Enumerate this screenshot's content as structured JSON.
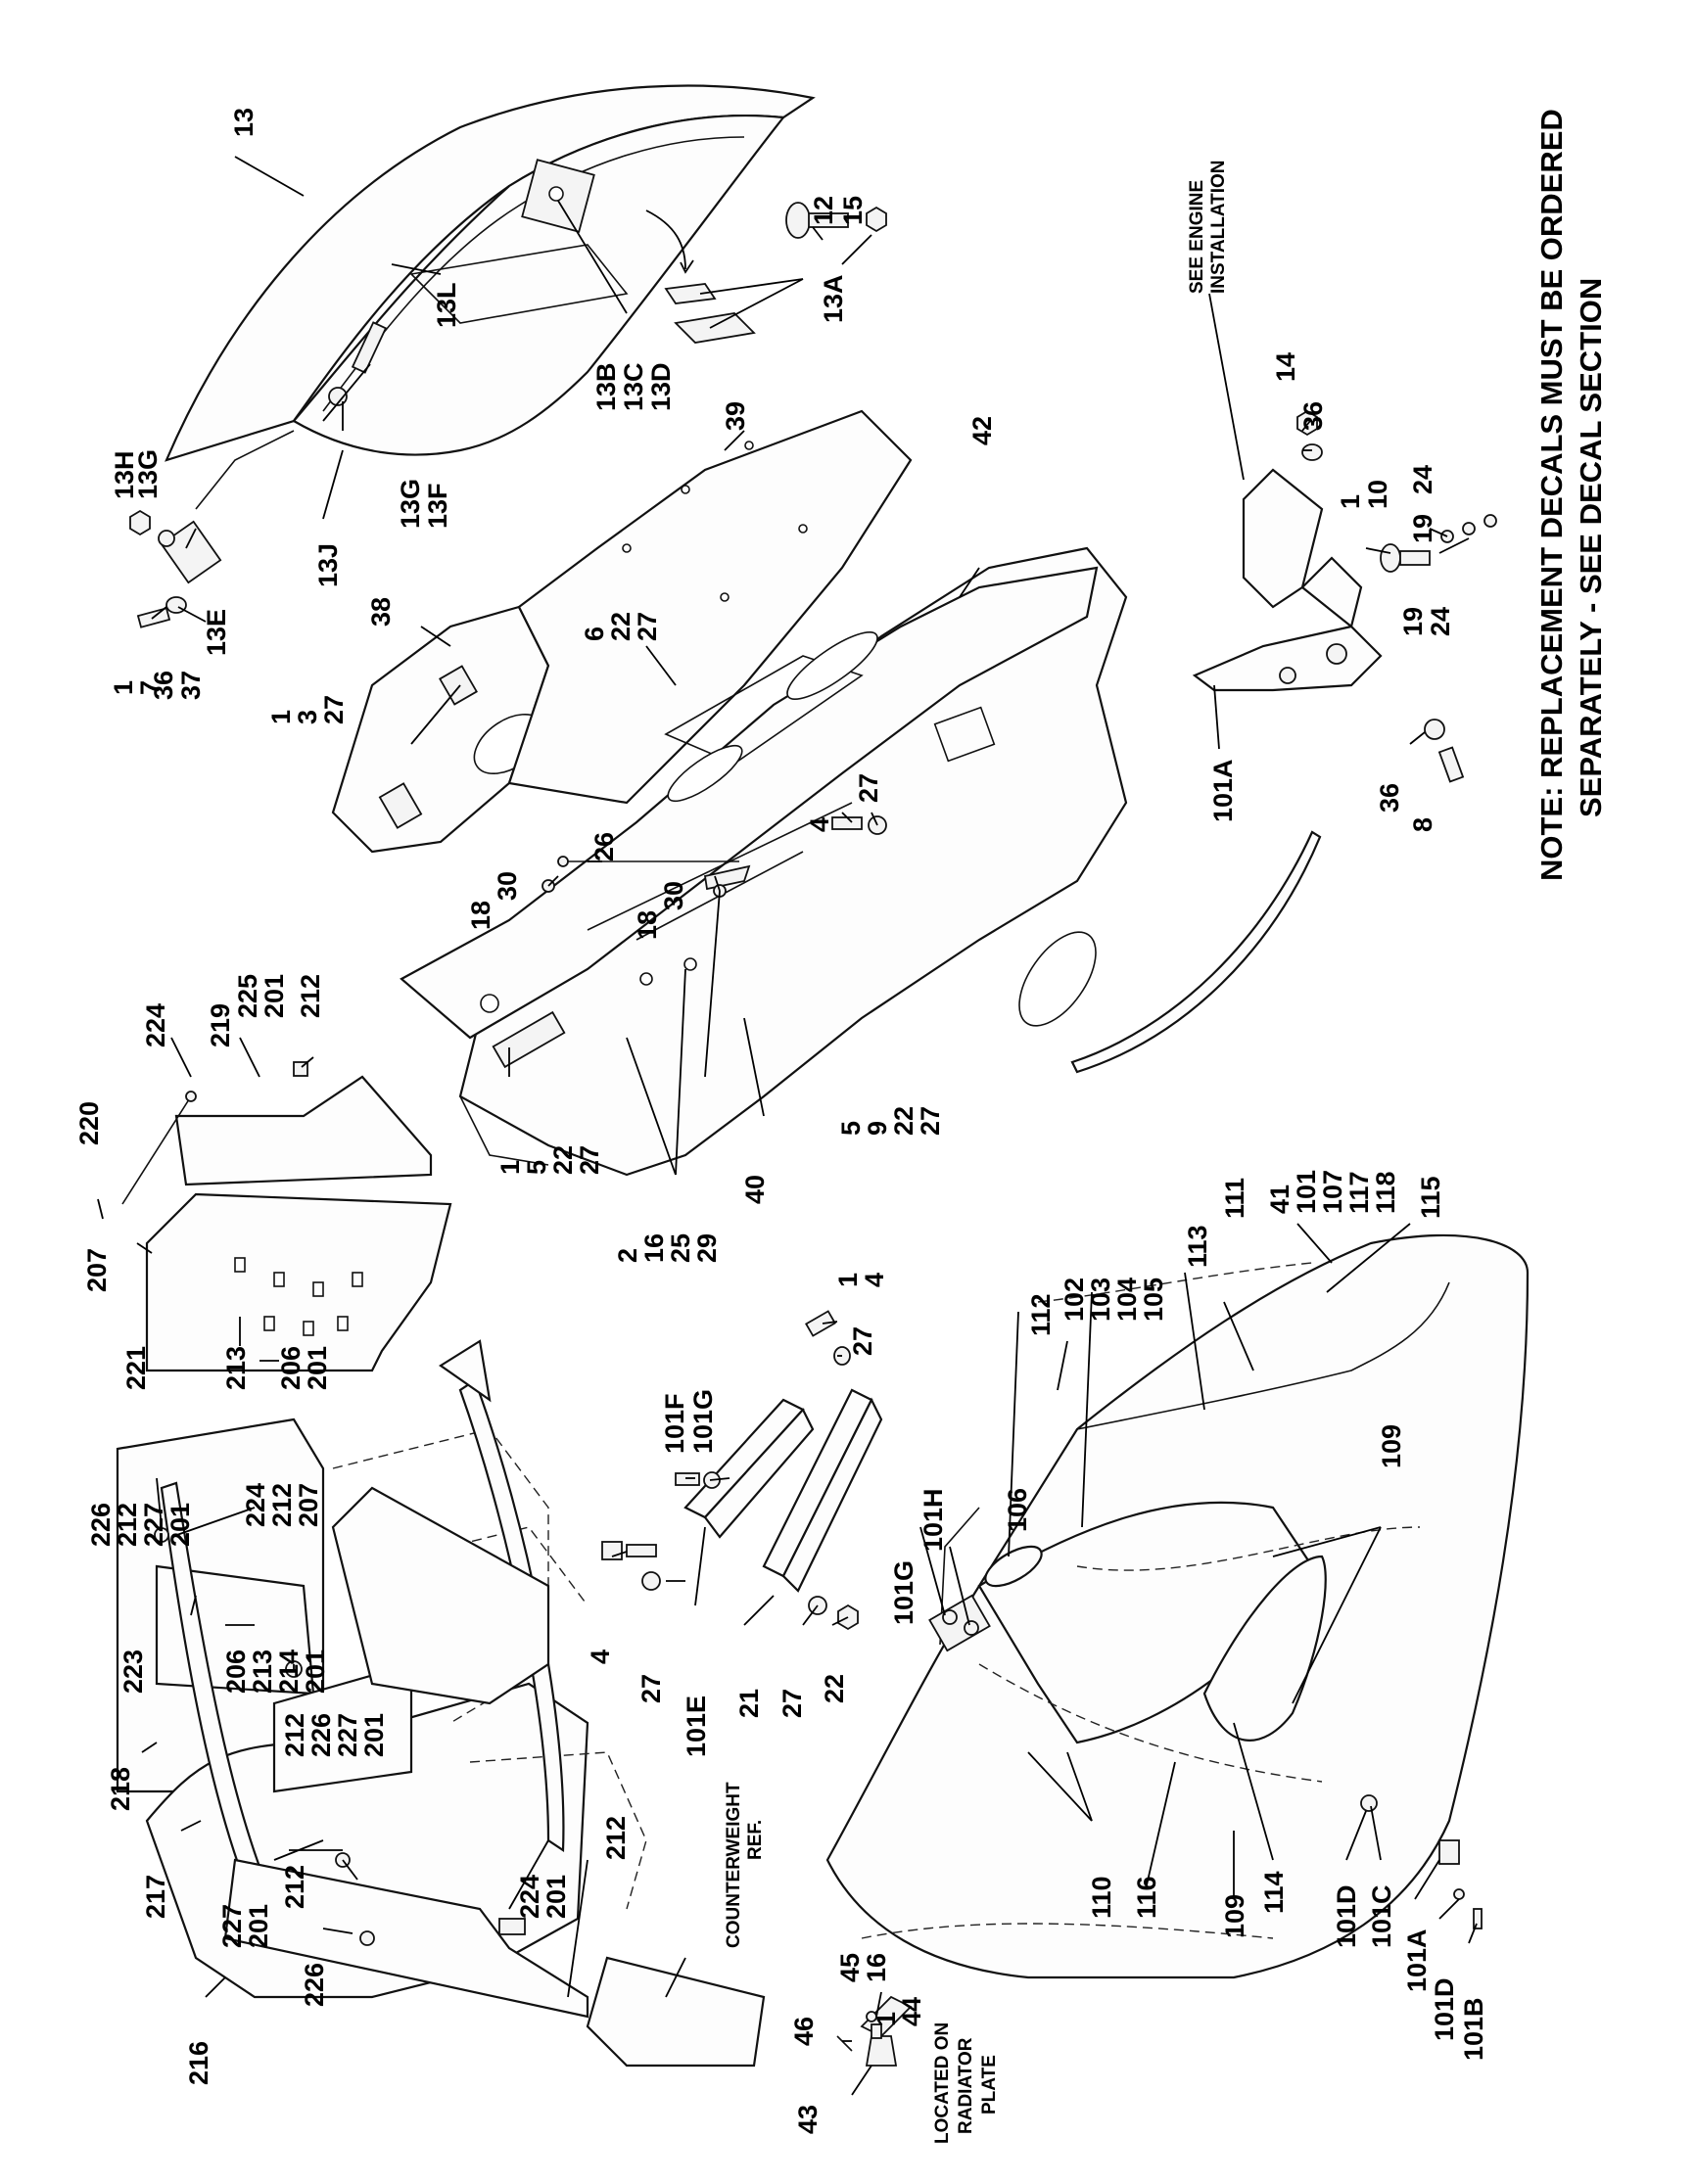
{
  "note": {
    "line1": "NOTE:  REPLACEMENT DECALS MUST BE ORDERED",
    "line2": "SEPARATELY - SEE DECAL SECTION"
  },
  "refs": {
    "see_engine": [
      "SEE ENGINE",
      "INSTALLATION"
    ],
    "counterweight": [
      "COUNTERWEIGHT",
      "REF."
    ],
    "radiator": [
      "LOCATED ON",
      "RADIATOR",
      "PLATE"
    ]
  },
  "callouts": {
    "c13": [
      "13"
    ],
    "c12_15": [
      "12",
      "15"
    ],
    "c13A": [
      "13A"
    ],
    "c13BCD": [
      "13B",
      "13C",
      "13D"
    ],
    "c13L": [
      "13L"
    ],
    "c13HG": [
      "13H",
      "13G"
    ],
    "c13GF": [
      "13G",
      "13F"
    ],
    "c13J": [
      "13J"
    ],
    "c13E": [
      "13E"
    ],
    "c1_7": [
      "1",
      "7"
    ],
    "c36_37": [
      "36",
      "37"
    ],
    "c38": [
      "38"
    ],
    "c1_3_27": [
      "1",
      "3",
      "27"
    ],
    "c39": [
      "39"
    ],
    "c6_22_27": [
      "6",
      "22",
      "27"
    ],
    "c42": [
      "42"
    ],
    "c14": [
      "14"
    ],
    "c36a": [
      "36"
    ],
    "c1_10": [
      "1",
      "10"
    ],
    "c24_19": [
      "24",
      "19"
    ],
    "c19_24": [
      "19",
      "24"
    ],
    "c101A": [
      "101A"
    ],
    "c36b": [
      "36"
    ],
    "c8": [
      "8"
    ],
    "c26": [
      "26"
    ],
    "c4_27": [
      "4",
      "27"
    ],
    "c18_30a": [
      "18",
      "30"
    ],
    "c18_30b": [
      "18",
      "30"
    ],
    "c1_5_22_27": [
      "1",
      "5",
      "22",
      "27"
    ],
    "c2_16_25_29": [
      "2",
      "16",
      "25",
      "29"
    ],
    "c40": [
      "40"
    ],
    "c5_9_22_27": [
      "5",
      "9",
      "22",
      "27"
    ],
    "c225_201_212": [
      "225",
      "201",
      "212"
    ],
    "c224": [
      "224"
    ],
    "c219": [
      "219"
    ],
    "c220": [
      "220"
    ],
    "c207": [
      "207"
    ],
    "c221": [
      "221"
    ],
    "c213": [
      "213"
    ],
    "c206_201": [
      "206",
      "201"
    ],
    "c226_212_227_201": [
      "226",
      "212",
      "227",
      "201"
    ],
    "c224_212_207": [
      "224",
      "212",
      "207"
    ],
    "c223": [
      "223"
    ],
    "c206_213_214_201": [
      "206",
      "213",
      "214",
      "201"
    ],
    "c212_226_227_201": [
      "212",
      "226",
      "227",
      "201"
    ],
    "c218": [
      "218"
    ],
    "c217": [
      "217"
    ],
    "c227_201": [
      "227",
      "201"
    ],
    "c212a": [
      "212"
    ],
    "c216": [
      "216"
    ],
    "c226": [
      "226"
    ],
    "c224_201": [
      "224",
      "201"
    ],
    "c212b": [
      "212"
    ],
    "c1_4": [
      "1",
      "4"
    ],
    "c27a": [
      "27"
    ],
    "c101F_101G": [
      "101F",
      "101G"
    ],
    "c4": [
      "4"
    ],
    "c27b": [
      "27"
    ],
    "c101E": [
      "101E"
    ],
    "c21": [
      "21"
    ],
    "c27c": [
      "27"
    ],
    "c22": [
      "22"
    ],
    "c101G_101H": [
      "101G",
      "101H"
    ],
    "c106": [
      "106"
    ],
    "c112": [
      "112"
    ],
    "c102_105": [
      "102",
      "103",
      "104",
      "105"
    ],
    "c113": [
      "113"
    ],
    "c111": [
      "111"
    ],
    "c41_118": [
      "41",
      "101",
      "107",
      "117",
      "118"
    ],
    "c115": [
      "115"
    ],
    "c109a": [
      "109"
    ],
    "c110": [
      "110"
    ],
    "c116": [
      "116"
    ],
    "c109b": [
      "109"
    ],
    "c114": [
      "114"
    ],
    "c101D_a": [
      "101D"
    ],
    "c101C": [
      "101C"
    ],
    "c101A_b": [
      "101A"
    ],
    "c101D_b": [
      "101D"
    ],
    "c101B": [
      "101B"
    ],
    "c16_45_1_44": [
      "16",
      "45",
      "1",
      "44"
    ],
    "c46": [
      "46"
    ],
    "c43": [
      "43"
    ]
  }
}
